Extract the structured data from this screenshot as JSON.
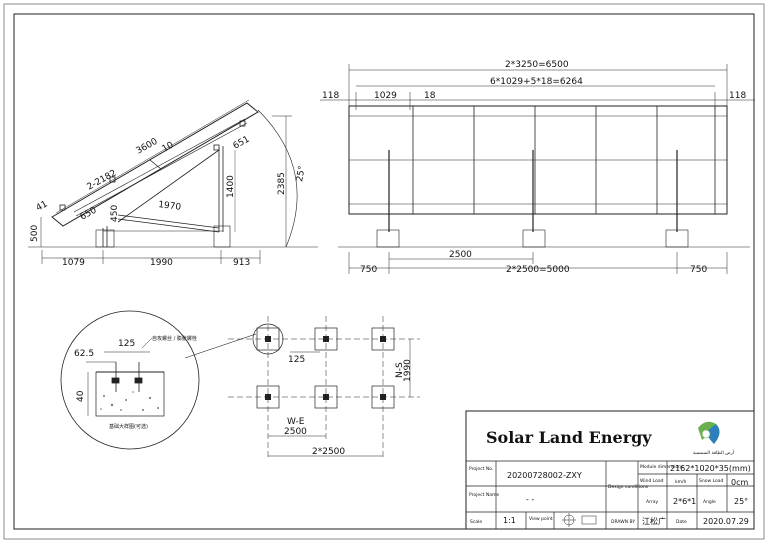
{
  "side_view": {
    "dims": {
      "len_3600": "3600",
      "mod_2182": "2-2182",
      "len_10": "10",
      "len_651": "651",
      "len_41": "41",
      "len_650": "650",
      "len_450": "450",
      "len_1970": "1970",
      "len_1400": "1400",
      "len_2385": "2385",
      "len_500": "500",
      "len_1079": "1079",
      "len_1990": "1990",
      "len_913": "913",
      "angle": "25°"
    }
  },
  "front_view": {
    "dims": {
      "total_top": "2*3250=6500",
      "modules": "6*1029+5*18=6264",
      "edge_left": "118",
      "module_width": "1029",
      "gap": "18",
      "edge_right": "118",
      "span": "2500",
      "total_bottom": "2*2500=5000",
      "end_left": "750",
      "end_right": "750"
    }
  },
  "detail": {
    "dims": {
      "d62": "62.5",
      "d125": "125",
      "d40": "40"
    },
    "callout_label": "自攻螺丝 / 膨胀螺栓",
    "caption": "基础大样图(可选)"
  },
  "plan": {
    "dims": {
      "spacing": "125",
      "ns_label": "N-S",
      "ns_value": "1990",
      "we_label": "W-E",
      "we_value": "2500",
      "total": "2*2500"
    }
  },
  "title_block": {
    "company": "Solar Land Energy",
    "logo_caption": "أرض الطاقة الشمسية",
    "project_no_label": "Project No.",
    "project_no_value": "20200728002-ZXY",
    "project_name_label": "Project Name",
    "project_name_value": "- -",
    "design_conditions_label": "Design conditions",
    "module_label": "Module dimensions",
    "module_value": "2162*1020*35(mm)",
    "wind_load_label": "Wind Load",
    "wind_load_value": "km/h",
    "snow_load_label": "Snow Load",
    "snow_load_value": "0cm",
    "array_label": "Array",
    "array_value": "2*6*1",
    "angle_label": "Angle",
    "angle_value": "25°",
    "scale_label": "Scale",
    "scale_value": "1:1",
    "view_point_label": "View point",
    "drawn_label": "DRAWN BY",
    "drawn_value": "江松广",
    "date_label": "Date",
    "date_value": "2020.07.29"
  },
  "colors": {
    "line": "#222222",
    "logo_green": "#6ab04c",
    "logo_blue": "#2c7fb8"
  }
}
